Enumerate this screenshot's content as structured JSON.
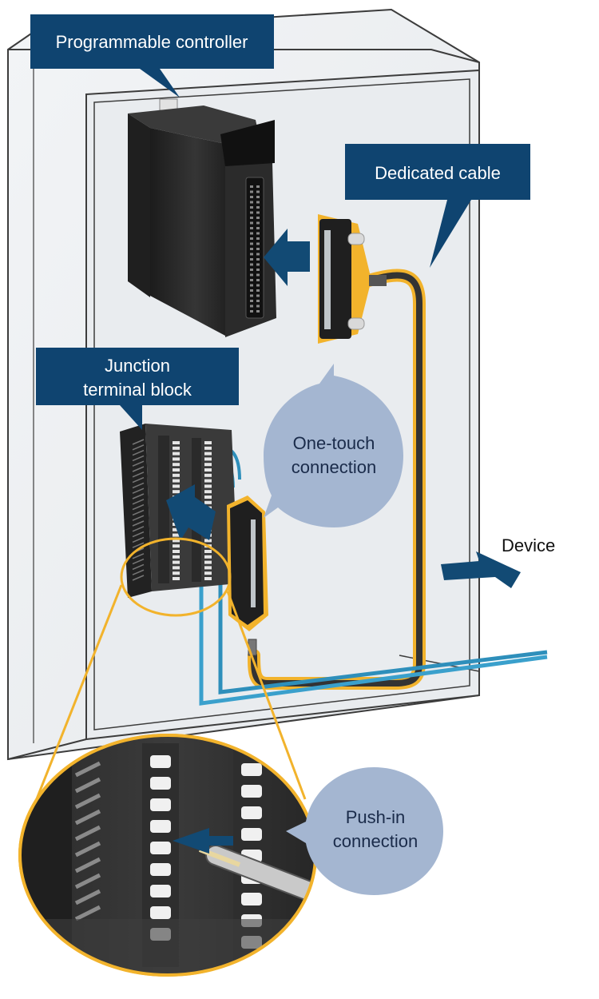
{
  "labels": {
    "programmable_controller": "Programmable controller",
    "dedicated_cable": "Dedicated cable",
    "junction_line1": "Junction",
    "junction_line2": "terminal block",
    "device": "Device"
  },
  "bubbles": {
    "one_touch_line1": "One-touch",
    "one_touch_line2": "connection",
    "push_in_line1": "Push-in",
    "push_in_line2": "connection"
  },
  "colors": {
    "label_fill": "#0f4470",
    "bubble_fill": "#a4b6d1",
    "highlight": "#f2b32c",
    "wire_blue": "#3aa0cc",
    "cable_dark": "#333333",
    "arrow": "#124a74"
  },
  "icons": [
    "controller-module-icon",
    "cable-connector-icon",
    "terminal-block-icon",
    "push-in-wire-icon",
    "arrow-icon"
  ]
}
